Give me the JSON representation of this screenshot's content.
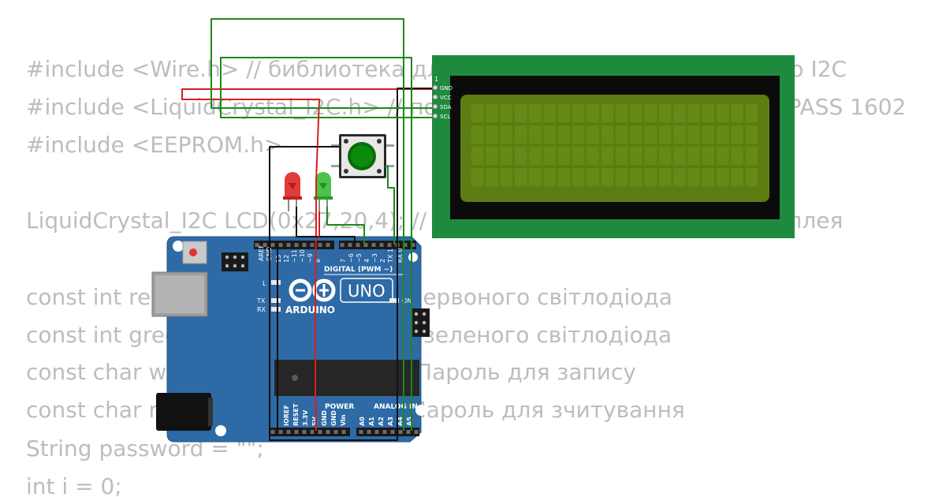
{
  "code_lines": [
    "#include <Wire.h> // библиотека для управления устройствами по I2C",
    "#include <LiquidCrystal_I2C.h> // подключаем библиотеку для QAPASS 1602",
    "#include <EEPROM.h>",
    "",
    "LiquidCrystal_I2C LCD(0x27,20,4); // присваиваем имя LCD для дисплея",
    "",
    "const int redLed = 6;           // Пин червоного світлодіода",
    "const int greenLed = 5;         // Пин зеленого світлодіода",
    "const char writePass[] = \"1234\"; // Пароль для запису",
    "const char readPass[] = \"4321\"; // Пароль для зчитування",
    "String password = \"\";",
    "int i = 0;"
  ],
  "lcd": {
    "pin_marker": "1",
    "pins": [
      "GND",
      "VCC",
      "SDA",
      "SCL"
    ]
  },
  "arduino": {
    "logo_text": "ARDUINO",
    "model": "UNO",
    "digital_label": "DIGITAL (PWM ~)",
    "power_label": "POWER",
    "analog_label": "ANALOG IN",
    "aref": "AREF",
    "gnd": "GND",
    "digital_pins": [
      "13",
      "12",
      "~11",
      "~10",
      "~9",
      "8",
      "7",
      "~6",
      "~5",
      "4",
      "~3",
      "2",
      "TX 1",
      "RX 0"
    ],
    "power_pins": [
      "IOREF",
      "RESET",
      "3.3V",
      "5V",
      "GND",
      "GND",
      "Vin"
    ],
    "analog_pins": [
      "A0",
      "A1",
      "A2",
      "A3",
      "A4",
      "A5"
    ],
    "led_l": "L",
    "led_tx": "TX",
    "led_rx": "RX",
    "led_on": "ON"
  },
  "colors": {
    "background": "#ffffff",
    "code_text": "#bdbdbd",
    "board": "#2e6aa6",
    "lcd_frame": "#1e8a3e",
    "lcd_screen": "#5d7d12",
    "wire_red": "#d81e1e",
    "wire_green": "#1a8a1a",
    "wire_black": "#111111"
  },
  "icons": {
    "button": "push-button-icon",
    "red_led": "red-led-icon",
    "green_led": "green-led-icon"
  }
}
